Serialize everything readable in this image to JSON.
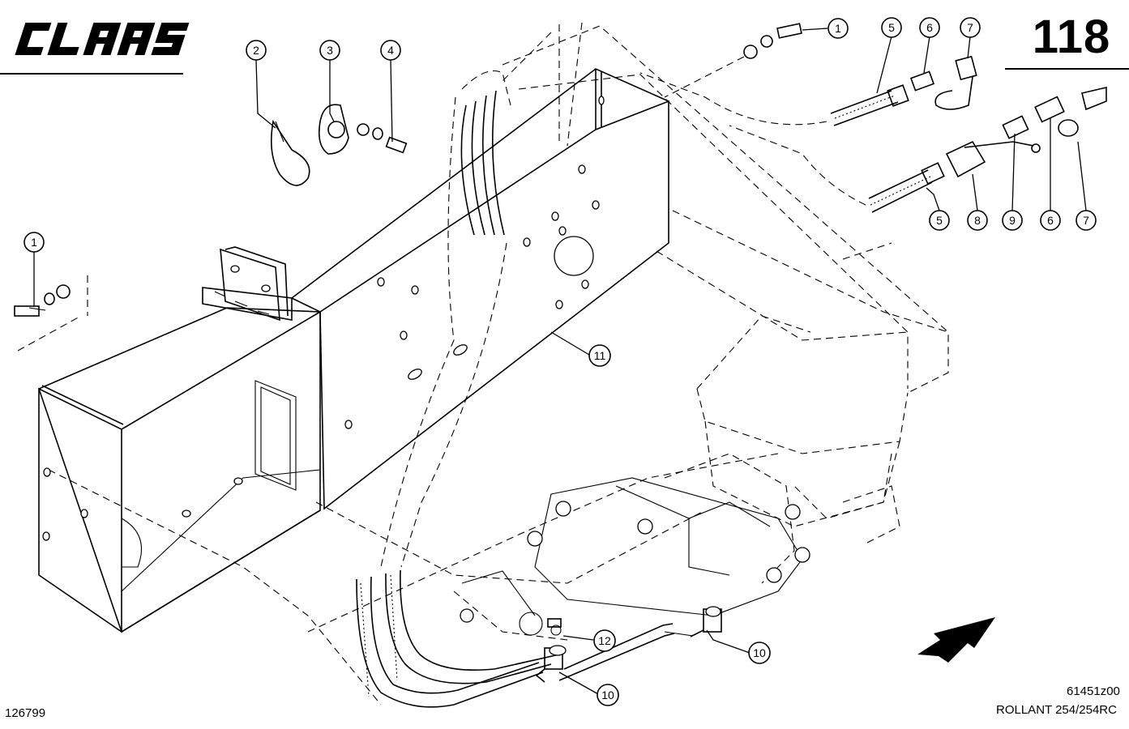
{
  "header": {
    "brand": "CLAAS",
    "page_number": "118"
  },
  "footer": {
    "figure_code": "61451z00",
    "model": "ROLLANT 254/254RC",
    "document_number": "126799"
  },
  "callouts": [
    "1",
    "2",
    "3",
    "4",
    "5",
    "6",
    "7",
    "1",
    "5",
    "8",
    "9",
    "6",
    "7",
    "11",
    "12",
    "10",
    "10"
  ]
}
